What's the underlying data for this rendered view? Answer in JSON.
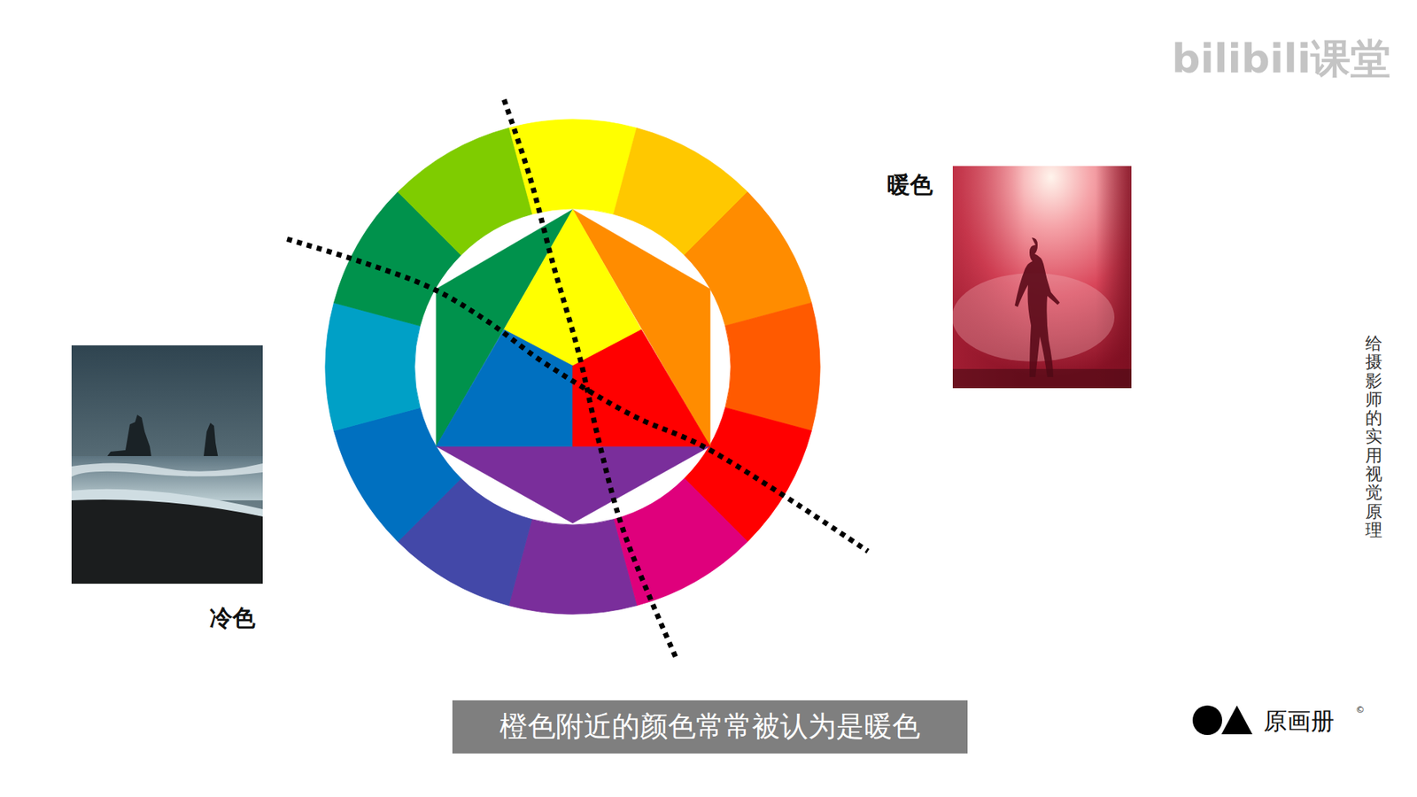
{
  "diagram": {
    "nodes": [
      {
        "text": [
          "橙色附近的颜色常常被认为是暖色"
        ]
      }
    ],
    "labels": [
      "暖色",
      "冷色",
      "给摄影师的实用视觉原理",
      "原画册",
      "©",
      "bilibili课堂"
    ]
  }
}
